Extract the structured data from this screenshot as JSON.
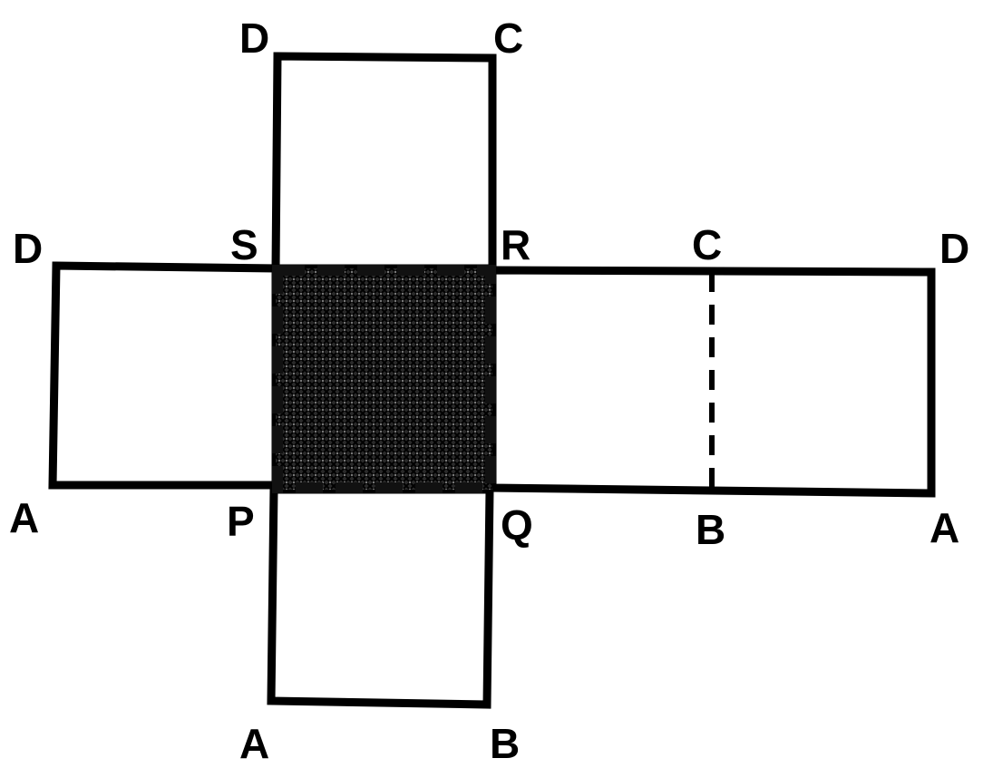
{
  "labels": {
    "top_d": "D",
    "top_c": "C",
    "left_d": "D",
    "s": "S",
    "r": "R",
    "right_c": "C",
    "right_d": "D",
    "left_a": "A",
    "p": "P",
    "q": "Q",
    "right_b": "B",
    "right_a": "A",
    "bottom_a": "A",
    "bottom_b": "B"
  },
  "colors": {
    "stroke": "#000000",
    "shading": "#1a1a1a",
    "background": "#ffffff"
  }
}
